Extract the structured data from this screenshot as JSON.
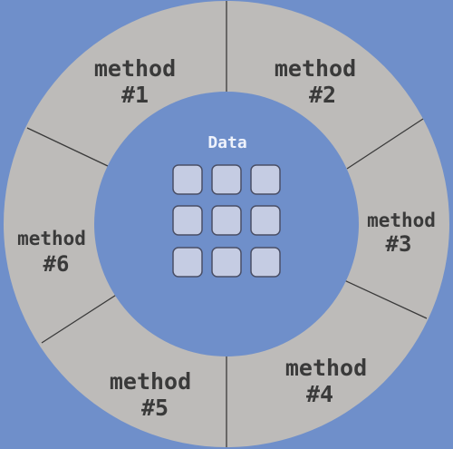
{
  "colors": {
    "background": "#6f8fca",
    "ring": "#bdbbb9",
    "inner_circle": "#6f8fca",
    "divider": "#3a3a3a",
    "label_text": "#3a3a3a",
    "center_title": "#eef2fb",
    "cell_fill": "#c5cce3",
    "cell_stroke": "#4a4f66"
  },
  "center": {
    "title": "Data",
    "grid_rows": 3,
    "grid_cols": 3
  },
  "segments": [
    {
      "name": "method",
      "number": "#1"
    },
    {
      "name": "method",
      "number": "#2"
    },
    {
      "name": "method",
      "number": "#3"
    },
    {
      "name": "method",
      "number": "#4"
    },
    {
      "name": "method",
      "number": "#5"
    },
    {
      "name": "method",
      "number": "#6"
    }
  ]
}
